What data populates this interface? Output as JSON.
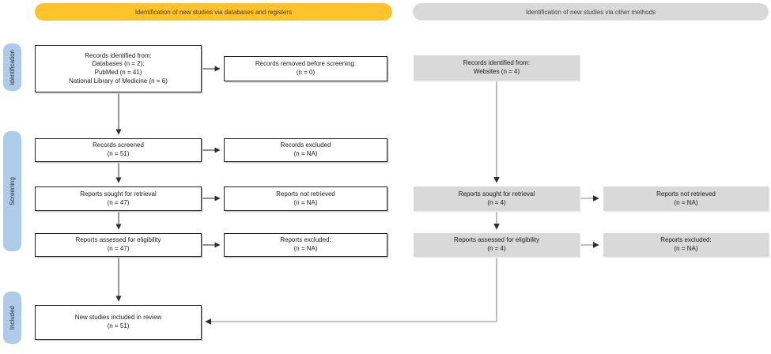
{
  "banners": {
    "databases": {
      "label": "Identification of new studies via databases and registers"
    },
    "other_methods": {
      "label": "Identification of new studies via other methods"
    }
  },
  "stages": {
    "identification": "Identification",
    "screening": "Screening",
    "included": "Included"
  },
  "boxes": {
    "db_records_identified": {
      "lines": [
        "Records identified from:",
        "Databases (n = 2):",
        "PubMed (n = 41)",
        "National Library of Medicine (n = 6)"
      ]
    },
    "db_records_removed": {
      "lines": [
        "Records removed before screening:",
        "(n = 0)"
      ]
    },
    "db_records_screened": {
      "lines": [
        "Records screened",
        "(n = 51)"
      ]
    },
    "db_records_excluded": {
      "lines": [
        "Records excluded",
        "(n = NA)"
      ]
    },
    "db_reports_sought": {
      "lines": [
        "Reports sought for retrieval",
        "(n = 47)"
      ]
    },
    "db_reports_not_retrieved": {
      "lines": [
        "Reports not retrieved",
        "(n = NA)"
      ]
    },
    "db_reports_assessed": {
      "lines": [
        "Reports assessed for eligibility",
        "(n = 47)"
      ]
    },
    "db_reports_excluded": {
      "lines": [
        "Reports excluded:",
        "(n = NA)"
      ]
    },
    "included_new_studies": {
      "lines": [
        "New studies included in review",
        "(n = 51)"
      ]
    },
    "om_records_identified": {
      "lines": [
        "Records identified from:",
        "Websites (n = 4)"
      ]
    },
    "om_reports_sought": {
      "lines": [
        "Reports sought for retrieval",
        "(n = 4)"
      ]
    },
    "om_reports_not_retrieved": {
      "lines": [
        "Reports not retrieved",
        "(n = NA)"
      ]
    },
    "om_reports_assessed": {
      "lines": [
        "Reports assessed for eligibility",
        "(n = 4)"
      ]
    },
    "om_reports_excluded": {
      "lines": [
        "Reports excluded:",
        "(n = NA)"
      ]
    }
  },
  "colors": {
    "banner_yellow": "#FEC32B",
    "banner_gray": "#D9D9D9",
    "stage_blue": "#AECBE9",
    "gray_box": "#D9D9D9",
    "line_dark": "#4D4D4D",
    "line_gray": "#9A9A9A"
  }
}
